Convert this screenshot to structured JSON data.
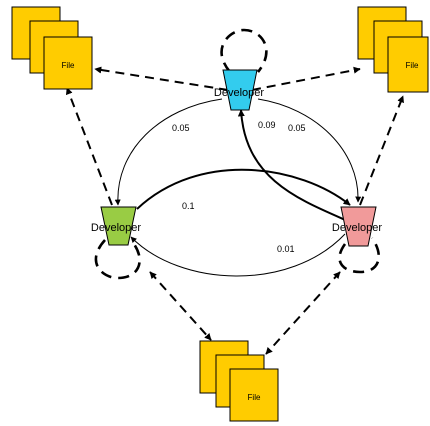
{
  "diagram": {
    "developers": [
      {
        "id": "dev-top",
        "label": "Developer",
        "color": "#33CCEE"
      },
      {
        "id": "dev-left",
        "label": "Developer",
        "color": "#99CC44"
      },
      {
        "id": "dev-right",
        "label": "Developer",
        "color": "#F19A9A"
      }
    ],
    "files": [
      {
        "id": "file-top-left",
        "label": "File",
        "color": "#FFCC00"
      },
      {
        "id": "file-top-right",
        "label": "File",
        "color": "#FFCC00"
      },
      {
        "id": "file-bottom",
        "label": "File",
        "color": "#FFCC00"
      }
    ],
    "weights": [
      {
        "id": "w-top-left",
        "value": "0.05"
      },
      {
        "id": "w-right-top",
        "value": "0.09"
      },
      {
        "id": "w-top-right",
        "value": "0.05"
      },
      {
        "id": "w-left-right",
        "value": "0.1"
      },
      {
        "id": "w-right-left",
        "value": "0.01"
      }
    ]
  }
}
